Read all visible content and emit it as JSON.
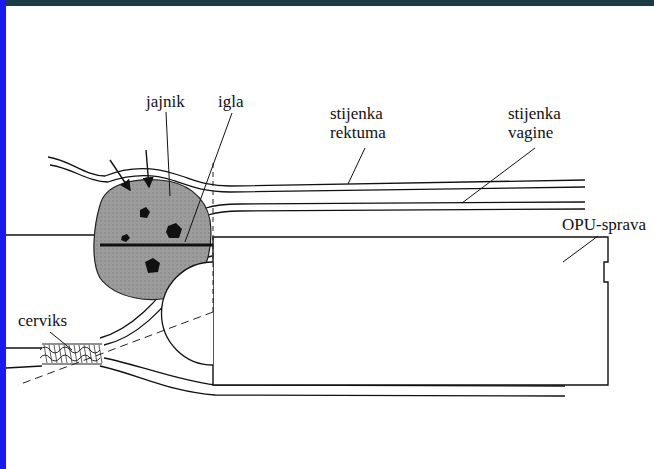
{
  "diagram": {
    "labels": [
      "jajnik",
      "igla",
      "stijenka rektuma",
      "stijenka vagine",
      "OPU-sprava",
      "cerviks"
    ]
  }
}
